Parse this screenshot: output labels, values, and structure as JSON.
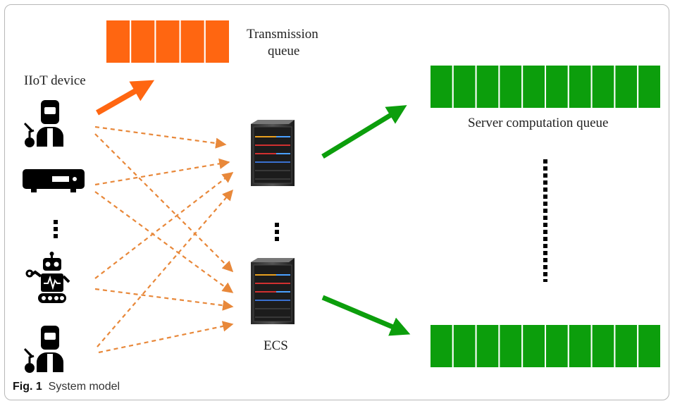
{
  "labels": {
    "transmission_queue_line1": "Transmission",
    "transmission_queue_line2": "queue",
    "iiot_device": "IIoT device",
    "server_queue": "Server computation queue",
    "ecs": "ECS"
  },
  "caption": {
    "fig_label": "Fig. 1",
    "text": "System model"
  },
  "colors": {
    "transmission_queue": "#ff6611",
    "server_queue": "#0c9e0c",
    "orange_arrow": "#e8883a",
    "green_arrow": "#0c9e0c"
  },
  "icons": {
    "devices": [
      "welder-worker-icon",
      "router-box-icon",
      "robot-icon",
      "welder-worker-icon"
    ],
    "servers": [
      "server-rack-icon",
      "server-rack-icon"
    ]
  },
  "queues": {
    "transmission_slots": 5,
    "server_slots": 10
  }
}
